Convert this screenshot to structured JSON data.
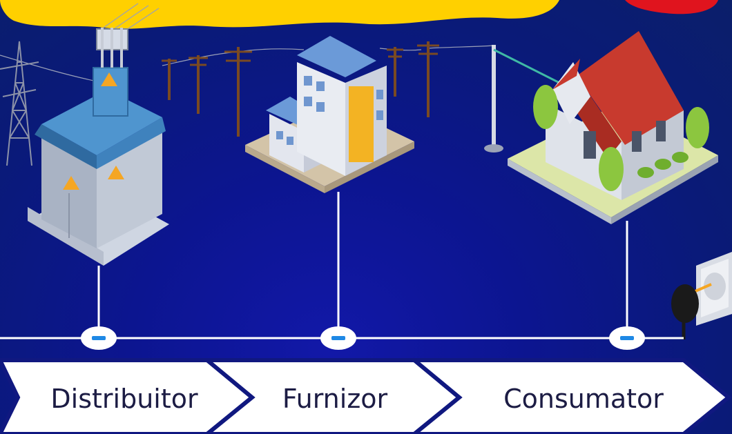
{
  "timeline": {
    "steps": [
      {
        "label": "Distribuitor"
      },
      {
        "label": "Furnizor"
      },
      {
        "label": "Consumator"
      }
    ]
  },
  "colors": {
    "background": "#0c1590",
    "line": "#ffffff",
    "node_fill": "#ffffff",
    "node_mark": "#1e88e5",
    "chevron_fill": "#ffffff",
    "chevron_edge": "#101880",
    "cloud": "#ffd000",
    "roof": "#c83a2e",
    "solar_panel": "#6b9ad8"
  },
  "icons": [
    "transformer-icon",
    "pylon-icon",
    "solar-building-icon",
    "house-icon",
    "utility-pole-icon",
    "plug-socket-icon"
  ]
}
